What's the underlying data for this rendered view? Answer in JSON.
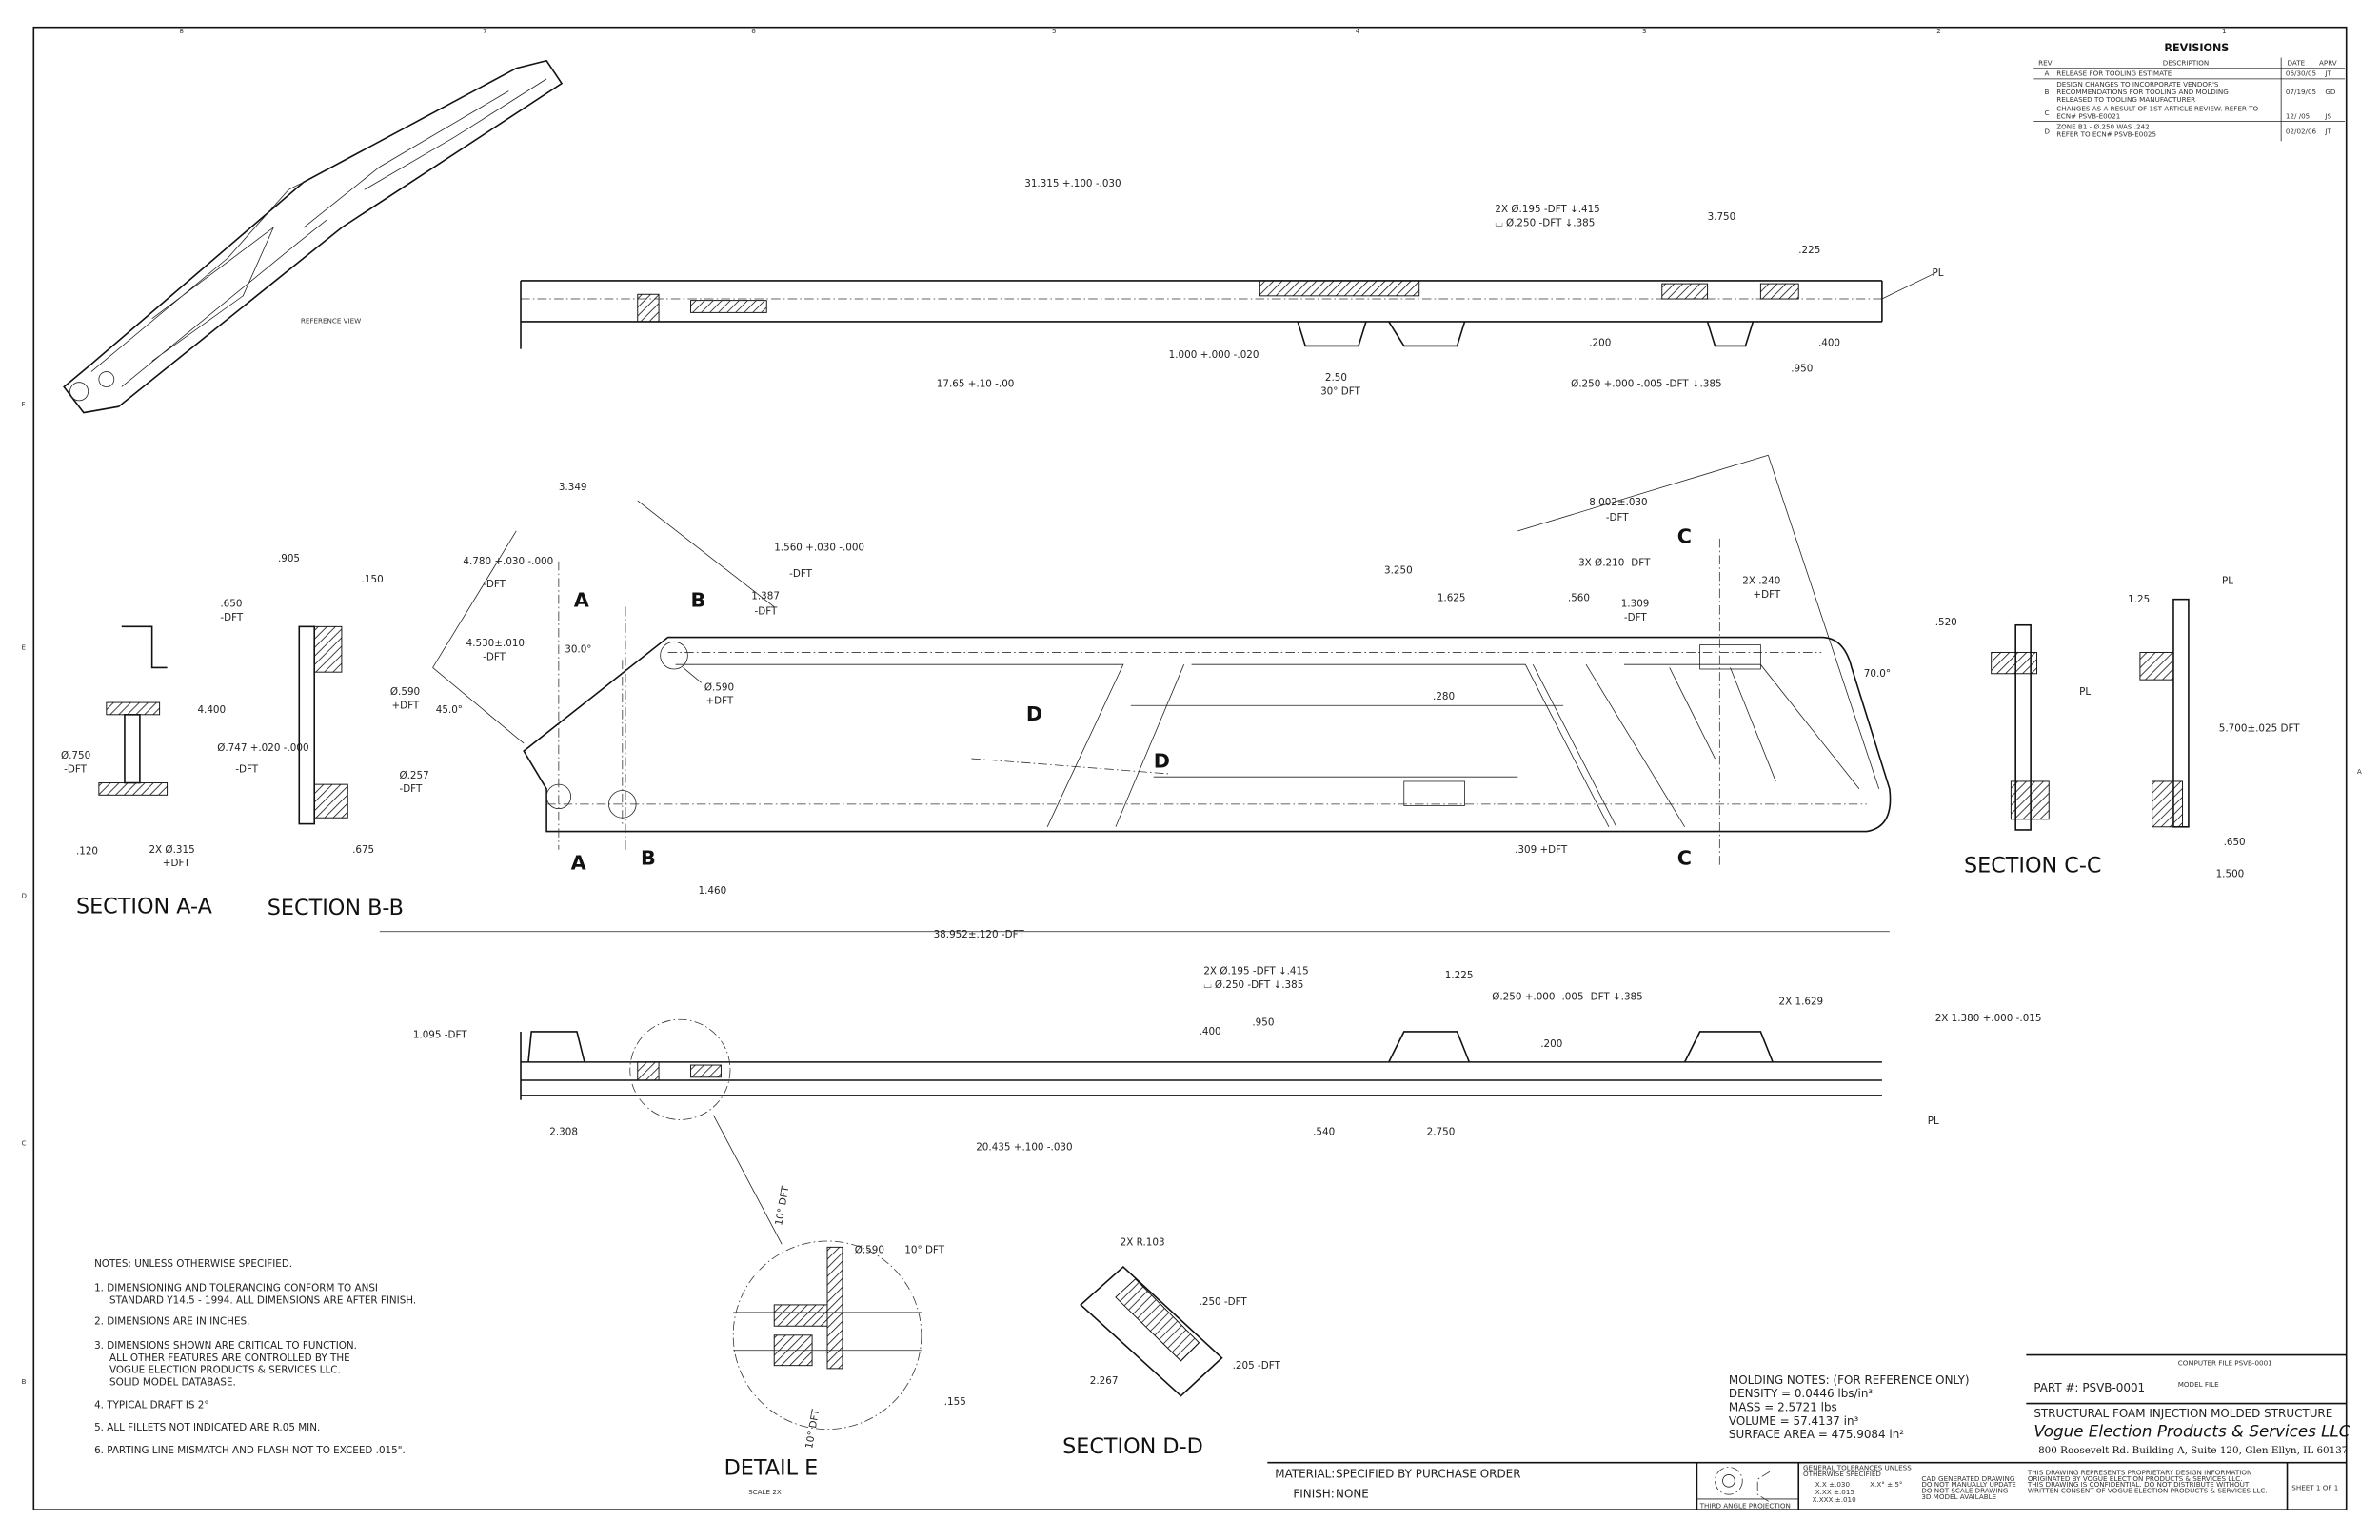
{
  "zone_cols": [
    "8",
    "7",
    "6",
    "5",
    "4",
    "3",
    "2",
    "1"
  ],
  "zone_rows": [
    "F",
    "E",
    "D",
    "C",
    "B",
    "A"
  ],
  "revisions": {
    "title": "REVISIONS",
    "headers": [
      "REV",
      "DESCRIPTION",
      "DATE",
      "APRV"
    ],
    "rows": [
      {
        "rev": "A",
        "desc": [
          "RELEASE FOR TOOLING ESTIMATE"
        ],
        "date": "06/30/05",
        "aprv": "JT"
      },
      {
        "rev": "B",
        "desc": [
          "DESIGN CHANGES TO INCORPORATE VENDOR'S",
          "RECOMMENDATIONS FOR TOOLING AND MOLDING",
          "RELEASED TO TOOLING MANUFACTURER"
        ],
        "date": "07/19/05",
        "aprv": "GD"
      },
      {
        "rev": "C",
        "desc": [
          "CHANGES AS A RESULT OF 1ST ARTICLE REVIEW. REFER TO",
          "ECN# PSVB-E0021"
        ],
        "date": "12/ /05",
        "aprv": "JS"
      },
      {
        "rev": "D",
        "desc": [
          "ZONE B1 - Ø.250 WAS .242",
          "REFER TO ECN# PSVB-E0025"
        ],
        "date": "02/02/06",
        "aprv": "JT"
      }
    ]
  },
  "reference_view": "REFERENCE VIEW",
  "top_view": {
    "dims": [
      "31.315 +.100 -.030",
      "17.65 +.10 -.00",
      "2X Ø.195 -DFT ↓.415",
      "⌴ Ø.250 -DFT ↓.385",
      "3.750",
      ".225",
      "PL",
      "1.000 +.000 -.020",
      "2.50",
      "30° DFT",
      ".200",
      ".400",
      ".950",
      "Ø.250 +.000 -.005 -DFT ↓.385"
    ]
  },
  "plan_view": {
    "dims": [
      "3.349",
      "4.780 +.030 -.000",
      "-DFT",
      "4.530±.010",
      "-DFT",
      "45.0°",
      "30.0°",
      "1.560 +.030 -.000",
      "-DFT",
      "1.387",
      "-DFT",
      "Ø.590",
      "+DFT",
      "8.002±.030",
      "-DFT",
      "3.250",
      "1.625",
      "3X Ø.210 -DFT",
      ".560",
      "1.309",
      "-DFT",
      "2X .240",
      "+DFT",
      "70.0°",
      ".280",
      ".309 +DFT",
      "1.460"
    ],
    "section_marks": [
      "A",
      "A",
      "B",
      "B",
      "C",
      "C",
      "D",
      "D"
    ]
  },
  "section_aa": {
    "title": "SECTION A-A",
    "dims": [
      ".650",
      "-DFT",
      "4.400",
      "Ø.750",
      "-DFT",
      ".120",
      "2X Ø.315",
      "+DFT"
    ]
  },
  "section_bb": {
    "title": "SECTION B-B",
    "dims": [
      ".905",
      ".150",
      "Ø.747 +.020 -.000",
      "-DFT",
      "Ø.590",
      "+DFT",
      "Ø.257",
      "-DFT",
      ".675"
    ]
  },
  "section_cc": {
    "title": "SECTION C-C",
    "dims": [
      ".520",
      "1.25",
      "PL",
      "5.700±.025 DFT",
      ".650",
      "1.500",
      "PL"
    ]
  },
  "bottom_view": {
    "dims": [
      "38.952±.120 -DFT",
      "1.095 -DFT",
      "2X Ø.195 -DFT ↓.415",
      "⌴ Ø.250 -DFT ↓.385",
      "1.225",
      "Ø.250 +.000 -.005 -DFT ↓.385",
      "2X 1.629",
      "2X 1.380 +.000 -.015",
      ".400",
      ".950",
      ".200",
      "2.308",
      "20.435 +.100 -.030",
      ".540",
      "2.750",
      "PL"
    ]
  },
  "detail_e": {
    "title": "DETAIL E",
    "scale": "SCALE 2X",
    "dims": [
      "Ø.590",
      "10° DFT",
      "10° DFT",
      "10° DFT",
      ".155"
    ]
  },
  "section_dd": {
    "title": "SECTION D-D",
    "dims": [
      "2X R.103",
      ".250 -DFT",
      ".205 -DFT",
      "2.267"
    ]
  },
  "notes": {
    "heading": "NOTES: UNLESS OTHERWISE SPECIFIED.",
    "items": [
      [
        "1.  DIMENSIONING AND TOLERANCING CONFORM TO ANSI",
        "STANDARD Y14.5 - 1994.  ALL DIMENSIONS ARE AFTER FINISH."
      ],
      [
        "2.  DIMENSIONS ARE IN INCHES."
      ],
      [
        "3.  DIMENSIONS SHOWN ARE CRITICAL TO FUNCTION.",
        "ALL OTHER FEATURES ARE CONTROLLED BY THE",
        "VOGUE ELECTION PRODUCTS & SERVICES LLC.",
        "SOLID MODEL DATABASE."
      ],
      [
        "4.  TYPICAL DRAFT IS 2°"
      ],
      [
        "5.  ALL FILLETS NOT INDICATED ARE R.05 MIN."
      ],
      [
        "6.  PARTING LINE MISMATCH AND FLASH NOT TO EXCEED .015\"."
      ]
    ]
  },
  "molding_notes": [
    "MOLDING NOTES: (FOR REFERENCE ONLY)",
    "DENSITY = 0.0446 lbs/in³",
    "MASS = 2.5721 lbs",
    "VOLUME = 57.4137 in³",
    "SURFACE AREA = 475.9084 in²"
  ],
  "material": {
    "material_label": "MATERIAL:",
    "material_value": "SPECIFIED BY PURCHASE ORDER",
    "finish_label": "FINISH:",
    "finish_value": "NONE"
  },
  "title_block": {
    "part_label": "PART #:",
    "part_number": "PSVB-0001",
    "drawn_by": "COMPUTER FILE PSVB-0001",
    "model_file": "MODEL FILE",
    "description": "STRUCTURAL FOAM INJECTION MOLDED STRUCTURE",
    "company": "Vogue Election Products & Services LLC",
    "address": "800 Roosevelt Rd. Building A, Suite 120, Glen Ellyn, IL 60137",
    "projection": "THIRD ANGLE PROJECTION",
    "tolerance_heading": [
      "GENERAL TOLERANCES UNLESS",
      "OTHERWISE SPECIFIED"
    ],
    "tolerances": [
      "X.X ±.030",
      "X.XX ±.015",
      "X.XXX ±.010",
      "X.X° ±.5°"
    ],
    "cad_note": [
      "CAD GENERATED DRAWING",
      "DO NOT MANUALLY UPDATE",
      "DO NOT SCALE DRAWING",
      "3D MODEL AVAILABLE"
    ],
    "confidential": [
      "THIS DRAWING REPRESENTS PROPRIETARY DESIGN INFORMATION",
      "ORIGINATED BY VOGUE ELECTION PRODUCTS & SERVICES LLC.",
      "THIS DRAWING IS CONFIDENTIAL. DO NOT DISTRIBUTE WITHOUT",
      "WRITTEN CONSENT OF VOGUE ELECTION PRODUCTS & SERVICES LLC."
    ],
    "sheet": "SHEET 1 OF 1"
  }
}
